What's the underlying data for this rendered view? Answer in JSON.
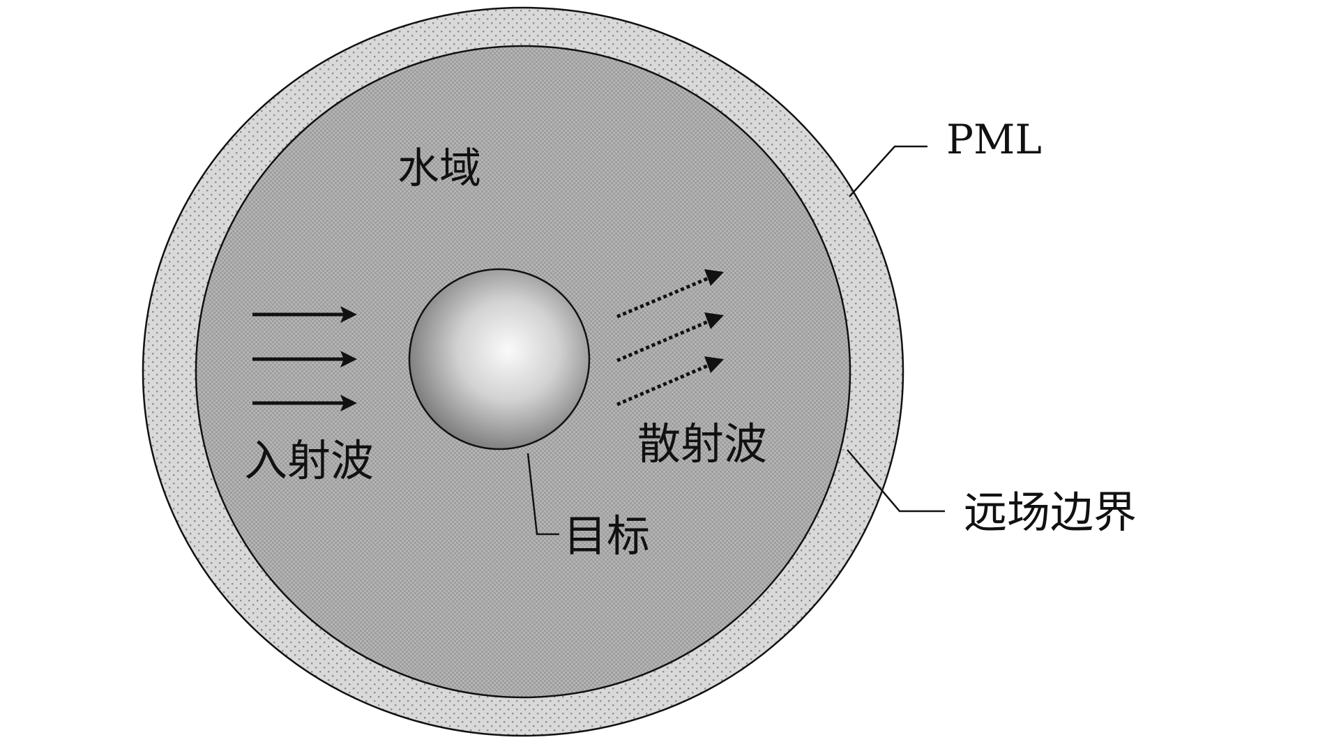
{
  "labels": {
    "water_domain": "水域",
    "incident_wave": "入射波",
    "scattered_wave": "散射波",
    "target": "目标",
    "pml": "PML",
    "far_field_boundary": "远场边界"
  },
  "colors": {
    "pml_fill": "#d9d9d9",
    "pml_dot": "#8f8f8f",
    "water_base": "#9a9a9a",
    "water_check": "#b8b8b8",
    "outline": "#111111",
    "sphere_highlight": "#fafafa",
    "sphere_shadow": "#6e6e6e"
  }
}
